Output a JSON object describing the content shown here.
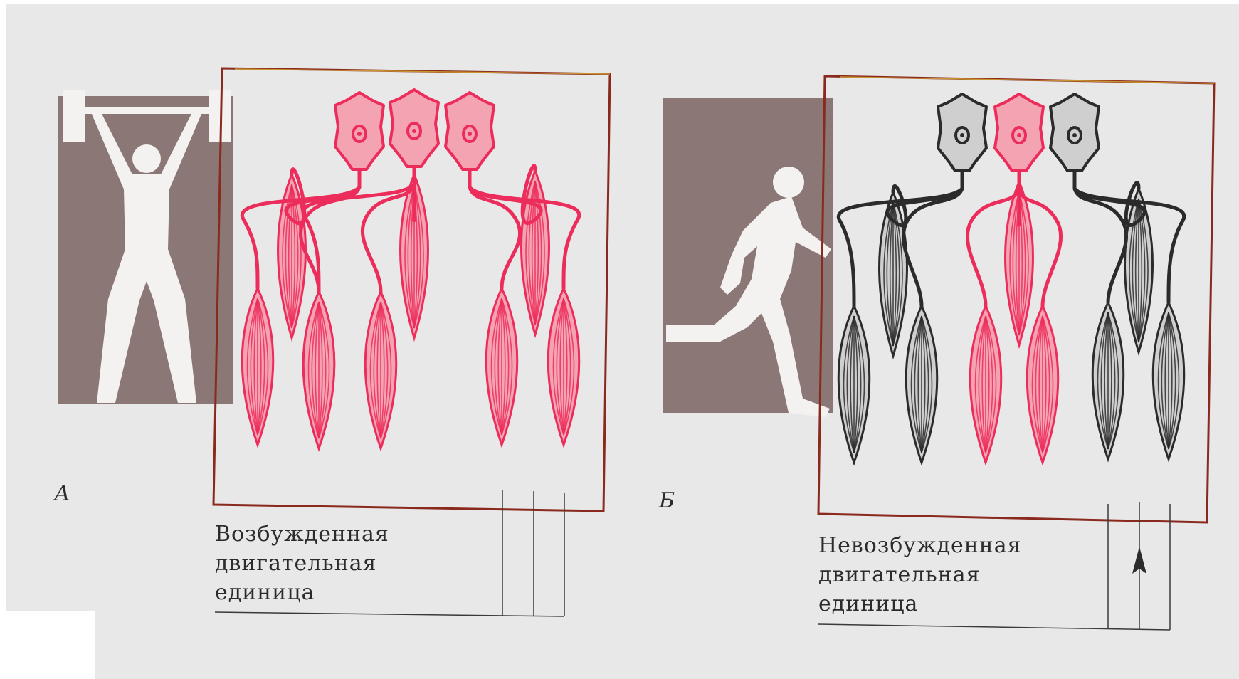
{
  "panels": [
    {
      "id": "A",
      "letter": "А",
      "caption": [
        "Возбужденная",
        "двигательная",
        "единица"
      ],
      "pictogram": "weightlifter",
      "neurons": [
        "excited",
        "excited",
        "excited"
      ]
    },
    {
      "id": "B",
      "letter": "Б",
      "caption": [
        "Невозбужденная",
        "двигательная",
        "единица"
      ],
      "pictogram": "runner",
      "neurons": [
        "resting",
        "excited",
        "resting"
      ]
    }
  ],
  "colors": {
    "page": "#e9e8e8",
    "pictogram_bg": "#8c7777",
    "frame": "#8a2a1e",
    "frame_accent": "#e3c23a",
    "excited_stroke": "#ec2d5b",
    "excited_fill": "#f4a3b3",
    "resting_stroke": "#2b2b2b",
    "resting_fill": "#cfcfcf",
    "line": "#3a3a3a",
    "text": "#2b2b2b"
  }
}
